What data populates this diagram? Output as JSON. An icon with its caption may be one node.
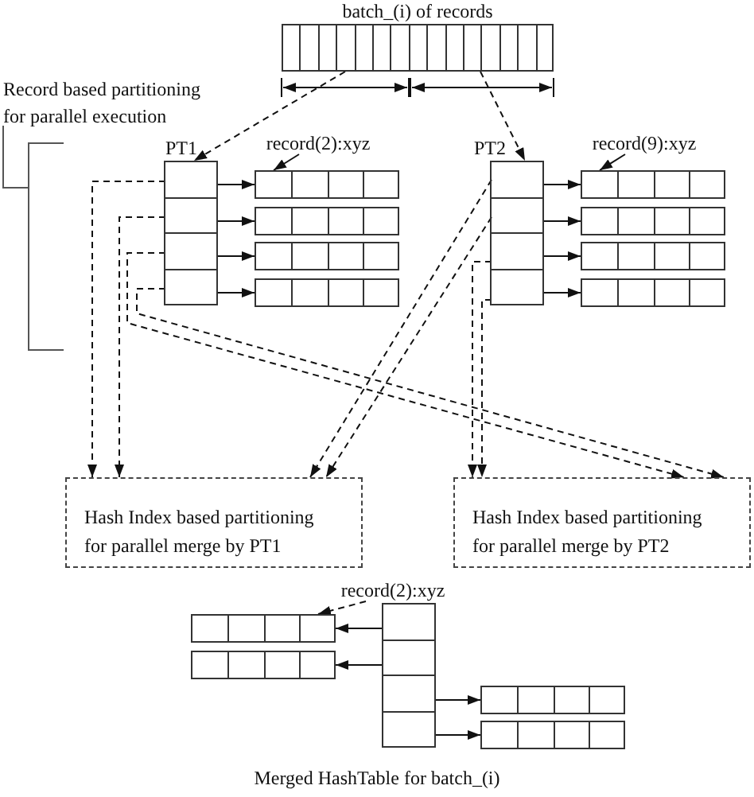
{
  "diagram": {
    "caption": "Merged HashTable for batch_(i)",
    "nodes": [
      {
        "text": [
          "batch_(i) of records"
        ]
      },
      {
        "text": [
          "PT1"
        ]
      },
      {
        "text": [],
        "shape": "box",
        "in": 1
      },
      {
        "text": [],
        "shape": "box",
        "in": 1
      },
      {
        "text": [],
        "shape": "box",
        "in": 1
      },
      {
        "text": [],
        "shape": "box",
        "in": 1
      },
      {
        "text": [
          "record(2):xyz"
        ]
      },
      {
        "text": [],
        "shape": "bar"
      },
      {
        "text": [],
        "shape": "bar"
      },
      {
        "text": [],
        "shape": "bar"
      },
      {
        "text": [],
        "shape": "bar"
      },
      {
        "text": [
          "PT2"
        ]
      },
      {
        "text": [],
        "shape": "box",
        "in": 11
      },
      {
        "text": [],
        "shape": "box",
        "in": 11
      },
      {
        "text": [],
        "shape": "box",
        "in": 11
      },
      {
        "text": [],
        "shape": "box",
        "in": 11
      },
      {
        "text": [
          "record(9):xyz"
        ]
      },
      {
        "text": [],
        "shape": "bar"
      },
      {
        "text": [],
        "shape": "bar"
      },
      {
        "text": [],
        "shape": "bar"
      },
      {
        "text": [],
        "shape": "bar"
      },
      {
        "text": [
          "Hash Index based partitioning for parallel merge by PT1"
        ]
      },
      {
        "text": [
          "Hash Index based partitioning for parallel merge by PT2"
        ]
      },
      {
        "text": [
          "record(2):xyz"
        ]
      },
      {
        "text": [],
        "shape": "box"
      },
      {
        "text": [],
        "shape": "box",
        "in": 24
      },
      {
        "text": [],
        "shape": "box",
        "in": 24
      },
      {
        "text": [],
        "shape": "box",
        "in": 24
      },
      {
        "text": [],
        "shape": "box",
        "in": 24
      },
      {
        "text": [],
        "shape": "bar"
      },
      {
        "text": [],
        "shape": "bar"
      },
      {
        "text": [],
        "shape": "bar"
      },
      {
        "text": [],
        "shape": "bar"
      }
    ],
    "edges": [
      {
        "from": 0,
        "to": 1,
        "arrow": "to",
        "style": "dashed"
      },
      {
        "from": 0,
        "to": 11,
        "arrow": "to",
        "style": "dashed"
      },
      {
        "from": 2,
        "to": 7,
        "arrow": "to"
      },
      {
        "from": 3,
        "to": 8,
        "arrow": "to"
      },
      {
        "from": 4,
        "to": 9,
        "arrow": "to"
      },
      {
        "from": 5,
        "to": 10,
        "arrow": "to"
      },
      {
        "from": 6,
        "to": 7,
        "arrow": "to"
      },
      {
        "from": 12,
        "to": 17,
        "arrow": "to"
      },
      {
        "from": 13,
        "to": 18,
        "arrow": "to"
      },
      {
        "from": 14,
        "to": 19,
        "arrow": "to"
      },
      {
        "from": 15,
        "to": 20,
        "arrow": "to"
      },
      {
        "from": 16,
        "to": 17,
        "arrow": "to"
      },
      {
        "from": 2,
        "to": 21,
        "arrow": "to",
        "style": "dashed"
      },
      {
        "from": 3,
        "to": 21,
        "arrow": "to",
        "style": "dashed"
      },
      {
        "from": 4,
        "to": 22,
        "arrow": "to",
        "style": "dashed"
      },
      {
        "from": 5,
        "to": 22,
        "arrow": "to",
        "style": "dashed"
      },
      {
        "from": 12,
        "to": 21,
        "arrow": "to",
        "style": "dashed"
      },
      {
        "from": 13,
        "to": 21,
        "arrow": "to",
        "style": "dashed"
      },
      {
        "from": 14,
        "to": 22,
        "arrow": "to",
        "style": "dashed"
      },
      {
        "from": 15,
        "to": 22,
        "arrow": "to",
        "style": "dashed"
      },
      {
        "from": 23,
        "to": 29,
        "arrow": "to",
        "style": "dashed"
      },
      {
        "from": 25,
        "to": 29,
        "arrow": "to"
      },
      {
        "from": 26,
        "to": 30,
        "arrow": "to"
      },
      {
        "from": 27,
        "to": 31,
        "arrow": "to"
      },
      {
        "from": 28,
        "to": 32,
        "arrow": "to"
      }
    ],
    "labels": [
      "Record based partitioning for parallel execution"
    ]
  }
}
